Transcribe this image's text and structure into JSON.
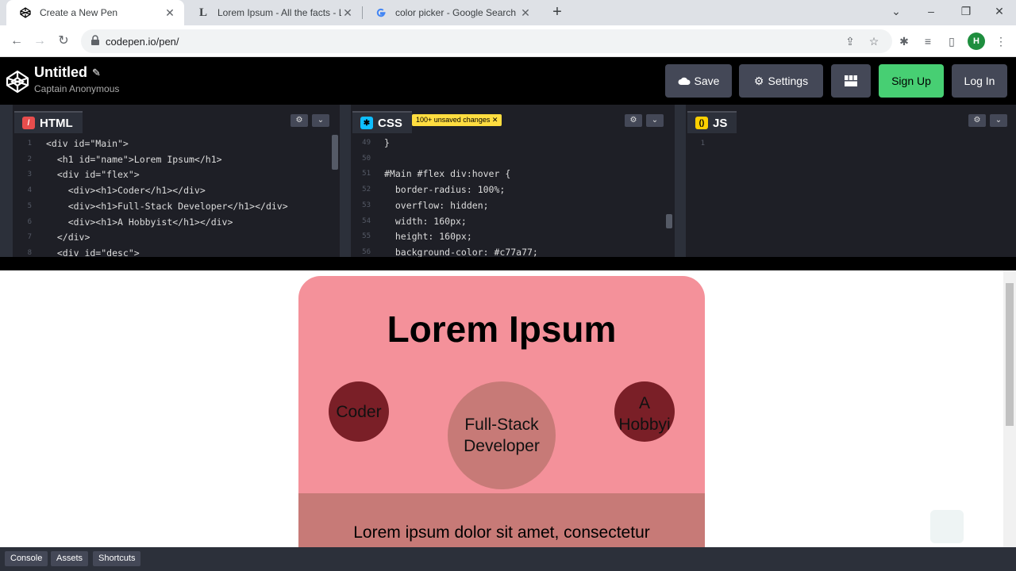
{
  "browser": {
    "tabs": [
      {
        "title": "Create a New Pen",
        "icon": "codepen-icon"
      },
      {
        "title": "Lorem Ipsum - All the facts - Lip",
        "icon": "lipsum-icon"
      },
      {
        "title": "color picker - Google Search",
        "icon": "google-icon"
      }
    ],
    "url": "codepen.io/pen/",
    "avatar_letter": "H"
  },
  "header": {
    "title": "Untitled",
    "author": "Captain Anonymous",
    "save_label": "Save",
    "settings_label": "Settings",
    "signup_label": "Sign Up",
    "login_label": "Log In"
  },
  "editors": {
    "html": {
      "label": "HTML",
      "line_numbers": [
        "1",
        "2",
        "3",
        "4",
        "5",
        "6",
        "7",
        "8"
      ],
      "lines": [
        "<div id=\"Main\">",
        "  <h1 id=\"name\">Lorem Ipsum</h1>",
        "  <div id=\"flex\">",
        "    <div><h1>Coder</h1></div>",
        "    <div><h1>Full-Stack Developer</h1></div>",
        "    <div><h1>A Hobbyist</h1></div>",
        "  </div>",
        "  <div id=\"desc\">"
      ]
    },
    "css": {
      "label": "CSS",
      "badge": "100+ unsaved changes",
      "line_numbers": [
        "49",
        "50",
        "51",
        "52",
        "53",
        "54",
        "55",
        "56"
      ],
      "lines": [
        "}",
        "",
        "#Main #flex div:hover {",
        "  border-radius: 100%;",
        "  overflow: hidden;",
        "  width: 160px;",
        "  height: 160px;",
        "  background-color: #c77a77;"
      ]
    },
    "js": {
      "label": "JS",
      "line_numbers": [
        "1"
      ]
    }
  },
  "preview": {
    "title": "Lorem Ipsum",
    "items": [
      "Coder",
      "Full-Stack Developer",
      "A Hobbyist"
    ],
    "item_lines": [
      [
        "Coder"
      ],
      [
        "Full-Stack",
        "Developer"
      ],
      [
        "A",
        "Hobbyi"
      ]
    ],
    "description": "Lorem ipsum dolor sit amet, consectetur"
  },
  "footer": {
    "console_label": "Console",
    "assets_label": "Assets",
    "shortcuts_label": "Shortcuts"
  },
  "colors": {
    "card_bg": "#f4919a",
    "bubble_dark": "#7a1f27",
    "bubble_hover": "#c77a77",
    "desc_bg": "#c77a77",
    "signup_green": "#47cf73",
    "unsaved_yellow": "#ffdd40"
  }
}
